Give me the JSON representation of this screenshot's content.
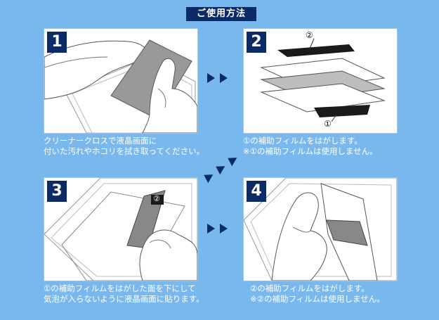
{
  "title": "ご使用方法",
  "steps": [
    {
      "number": "1",
      "caption_line1": "クリーナークロスで液晶画面に",
      "caption_line2": "付いた汚れやホコリを拭き取ってください。"
    },
    {
      "number": "2",
      "caption_line1": "①の補助フィルムをはがします。",
      "caption_line2": "※①の補助フィルムは使用しません。",
      "label_top": "②",
      "label_bottom": "①"
    },
    {
      "number": "3",
      "caption_line1": "①の補助フィルムをはがした面を下にして",
      "caption_line2": "気泡が入らないように液晶画面に貼ります。",
      "label_tab": "②"
    },
    {
      "number": "4",
      "caption_line1": "②の補助フィルムをはがします。",
      "caption_line2": "※②の補助フィルムは使用しません。"
    }
  ],
  "colors": {
    "background": "#79b8ec",
    "badge": "#0b2a66",
    "arrow": "#0b2a66"
  },
  "icons": {
    "arrow_right": "double-triangle-right",
    "arrow_diagonal": "triple-triangle-diagonal"
  }
}
